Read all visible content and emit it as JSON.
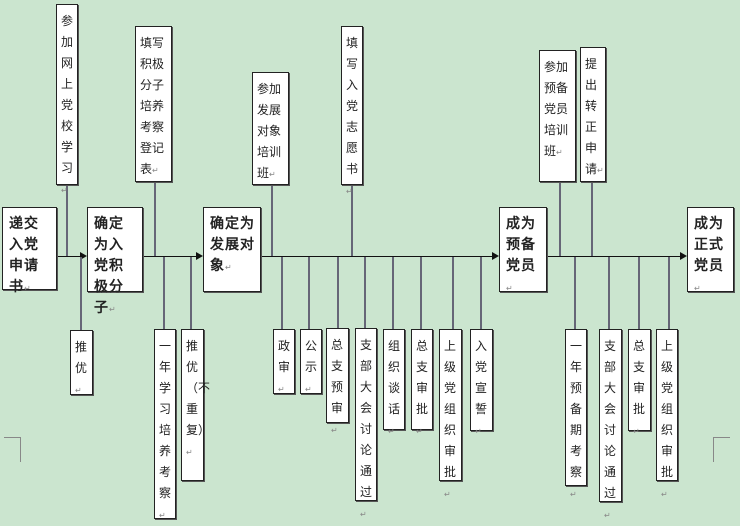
{
  "main_steps": [
    {
      "label": "递交入党申请书"
    },
    {
      "label": "确定为入党积极分子"
    },
    {
      "label": "确定为发展对象"
    },
    {
      "label": "成为预备党员"
    },
    {
      "label": "成为正式党员"
    }
  ],
  "top_steps": [
    {
      "label": "参加网上党校学习"
    },
    {
      "label": "填写积极分子培养考察登记表"
    },
    {
      "label": "参加发展对象培训班"
    },
    {
      "label": "填写入党志愿书"
    },
    {
      "label": "参加预备党员培训班"
    },
    {
      "label": "提出转正申请"
    }
  ],
  "bottom_steps": [
    {
      "label": "推优"
    },
    {
      "label": "一年学习培养考察"
    },
    {
      "label": "推优（不重复）"
    },
    {
      "label": "政审"
    },
    {
      "label": "公示"
    },
    {
      "label": "总支预审"
    },
    {
      "label": "支部大会讨论通过"
    },
    {
      "label": "组织谈话"
    },
    {
      "label": "总支审批"
    },
    {
      "label": "上级党组织审批"
    },
    {
      "label": "入党宣誓"
    },
    {
      "label": "一年预备期考察"
    },
    {
      "label": "支部大会讨论通过"
    },
    {
      "label": "总支审批"
    },
    {
      "label": "上级党组织审批"
    }
  ]
}
